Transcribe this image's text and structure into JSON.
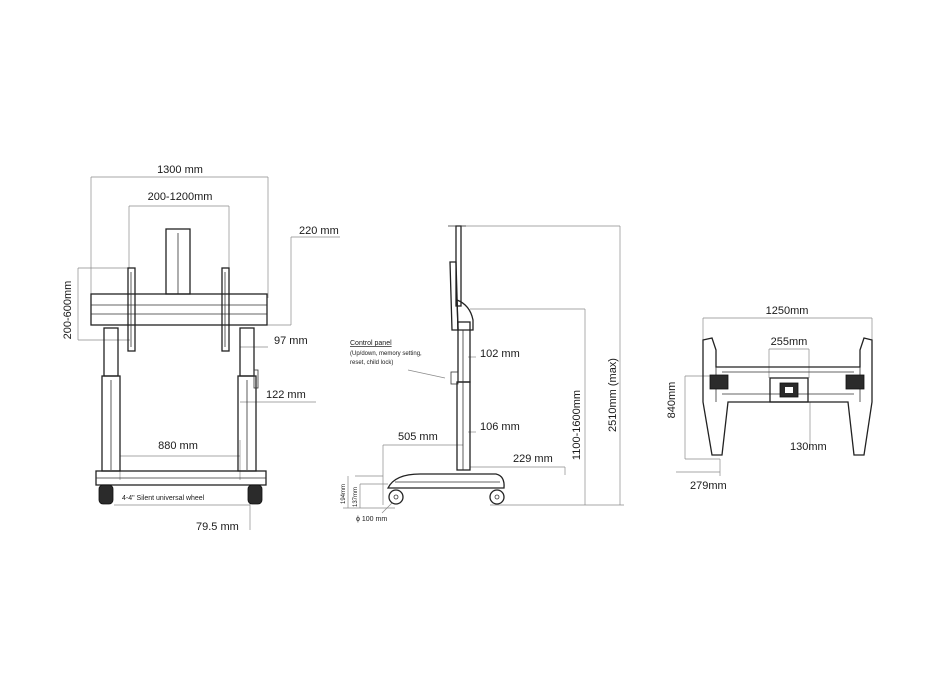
{
  "front_view": {
    "overall_width": "1300 mm",
    "vesa_width": "200-1200mm",
    "vesa_height": "200-600mm",
    "top_offset": "220 mm",
    "column_offset": "97 mm",
    "lower_offset": "122 mm",
    "base_width": "880 mm",
    "wheel_note": "4-4\"  Silent universal wheel",
    "wheel_width": "79.5 mm"
  },
  "side_view": {
    "control_panel_title": "Control panel",
    "control_panel_line1": "(Up/down, memory setting,",
    "control_panel_line2": "reset, child lock)",
    "upper_depth": "102 mm",
    "mid_depth": "106 mm",
    "base_depth": "505 mm",
    "rear_depth": "229 mm",
    "height_range": "1100-1600mm",
    "max_height": "2510mm  (max)",
    "base_height_a": "194mm",
    "base_height_b": "137mm",
    "wheel_diameter": "ϕ  100 mm"
  },
  "top_view": {
    "overall_width": "1250mm",
    "inner_width": "255mm",
    "depth": "840mm",
    "inner_depth": "130mm",
    "leg_depth": "279mm"
  },
  "colors": {
    "line": "#222222",
    "dimension_line": "#8a8a8a"
  }
}
